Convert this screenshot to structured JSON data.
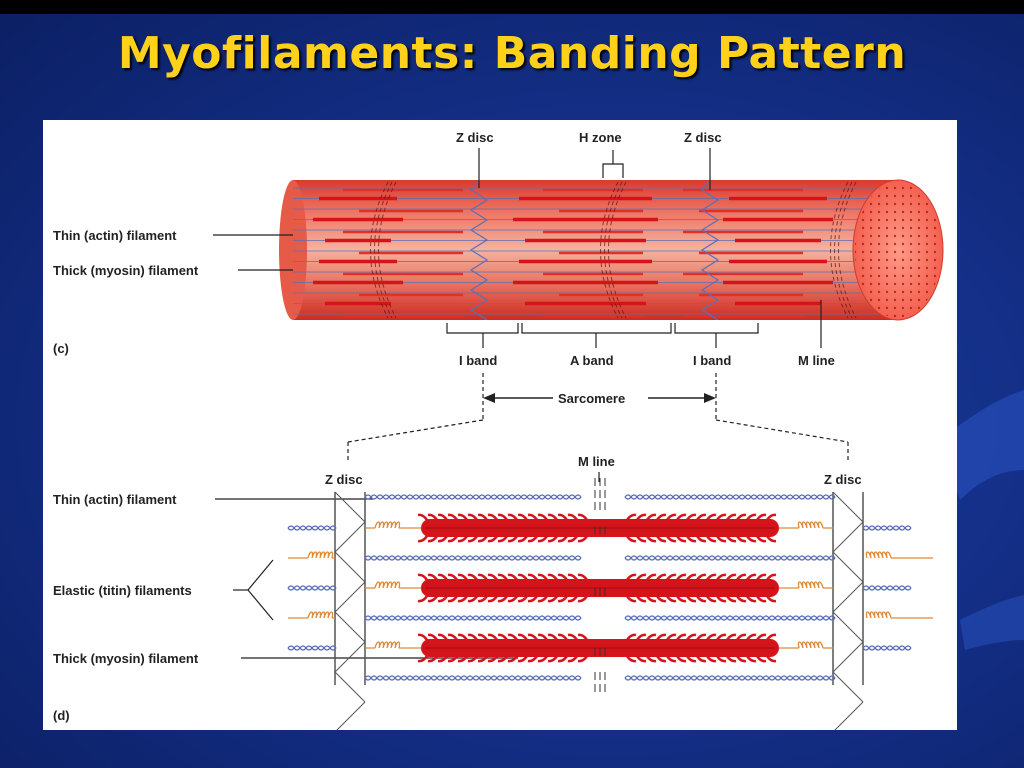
{
  "slide": {
    "title": "Myofilaments: Banding Pattern"
  },
  "figure_c": {
    "panel_label": "(c)",
    "label_thin_filament": "Thin (actin) filament",
    "label_thick_filament": "Thick (myosin) filament",
    "label_z_disc_left": "Z disc",
    "label_h_zone": "H zone",
    "label_z_disc_right": "Z disc",
    "label_i_band_left": "I band",
    "label_a_band": "A band",
    "label_i_band_right": "I band",
    "label_m_line": "M line",
    "label_sarcomere": "Sarcomere"
  },
  "figure_d": {
    "panel_label": "(d)",
    "label_thin_filament": "Thin (actin) filament",
    "label_elastic_filaments": "Elastic (titin) filaments",
    "label_thick_filament": "Thick (myosin) filament",
    "label_z_disc_left": "Z disc",
    "label_m_line": "M line",
    "label_z_disc_right": "Z disc"
  },
  "colors": {
    "title": "#ffd11a",
    "background": "#143089",
    "muscle_red": "#e8352b",
    "actin_blue": "#5a6fb8",
    "titin_orange": "#e08a3a",
    "myosin_red": "#d4141a"
  }
}
